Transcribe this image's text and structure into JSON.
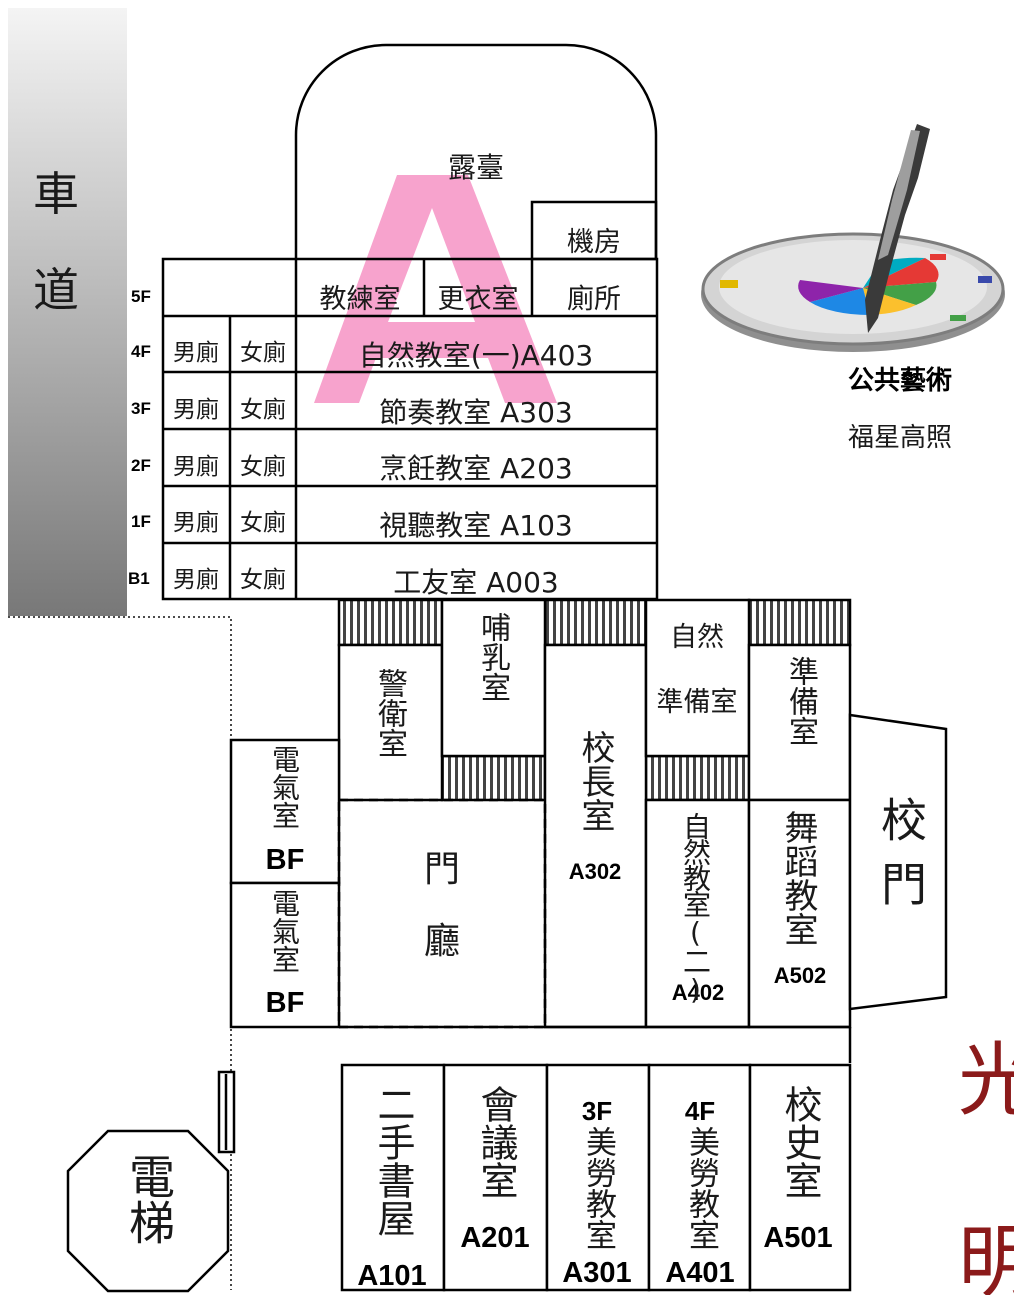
{
  "driveway": "車道",
  "floors": [
    "5F",
    "4F",
    "3F",
    "2F",
    "1F",
    "B1"
  ],
  "tower": {
    "terrace": "露臺",
    "building_letter": "A",
    "machine_room": "機房",
    "coach_room": "教練室",
    "changing_room": "更衣室",
    "restroom": "廁所",
    "male_restroom": "男廁",
    "female_restroom": "女廁",
    "rows": [
      "自然教室(一)A403",
      "節奏教室 A303",
      "烹飪教室 A203",
      "視聽教室 A103",
      "工友室 A003"
    ]
  },
  "rooms": {
    "guard": "警衛室",
    "nursing": "哺乳室",
    "principal": "校長室",
    "principal_code": "A302",
    "science_prep_a": "自然",
    "science_prep_b": "準備室",
    "prep": "準備室",
    "electric": "電氣室",
    "bf": "BF",
    "lobby_a": "門",
    "lobby_b": "廳",
    "science2": "自然教室(二)",
    "science2_code": "A402",
    "dance": "舞蹈教室",
    "dance_code": "A502",
    "gate": "校門",
    "elevator": "電梯",
    "used_books": "二手書屋",
    "used_books_code": "A101",
    "meeting": "會議室",
    "meeting_code": "A201",
    "art3_floor": "3F",
    "art3": "美勞教室",
    "art3_code": "A301",
    "art4_floor": "4F",
    "art4": "美勞教室",
    "art4_code": "A401",
    "history": "校史室",
    "history_code": "A501"
  },
  "public_art": {
    "title": "公共藝術",
    "name": "福星高照"
  },
  "edge_text": [
    "光",
    "明"
  ],
  "colors": {
    "pink": "#f7a3cd",
    "driveway_top": "#f2f2f2",
    "driveway_bottom": "#7a7a7a",
    "edge_text": "#8b1a1a"
  }
}
